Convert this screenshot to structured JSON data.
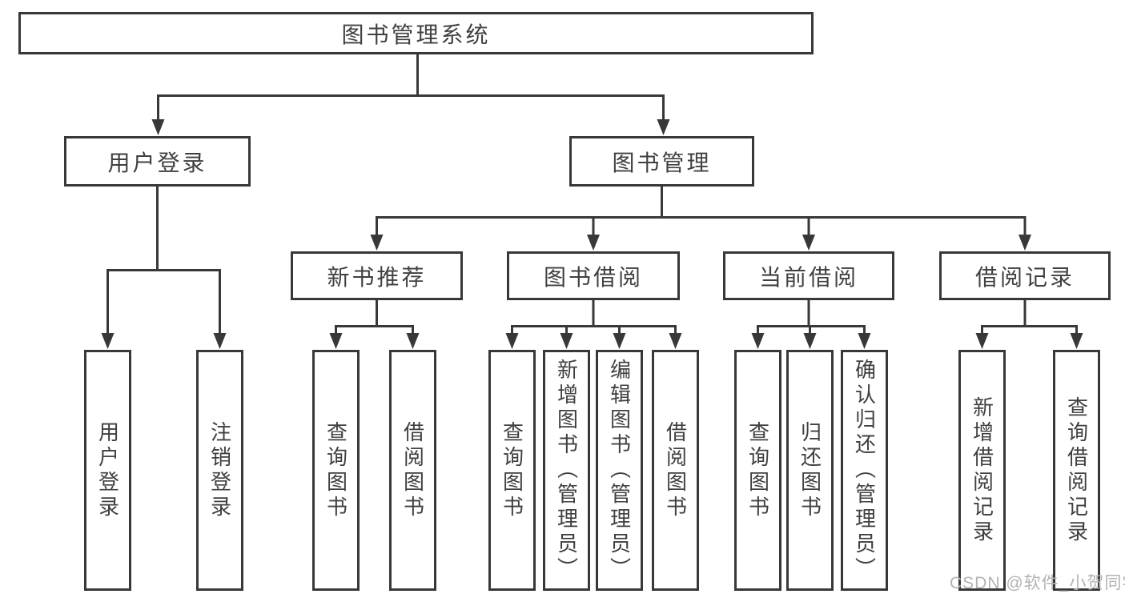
{
  "diagram": {
    "title": "图书管理系统",
    "root": {
      "label": "图书管理系统"
    },
    "level2": [
      {
        "label": "用户登录",
        "parent": "图书管理系统"
      },
      {
        "label": "图书管理",
        "parent": "图书管理系统"
      }
    ],
    "level3": [
      {
        "label": "新书推荐",
        "parent": "图书管理"
      },
      {
        "label": "图书借阅",
        "parent": "图书管理"
      },
      {
        "label": "当前借阅",
        "parent": "图书管理"
      },
      {
        "label": "借阅记录",
        "parent": "图书管理"
      }
    ],
    "leaves": [
      {
        "label": "用户登录",
        "parent": "用户登录"
      },
      {
        "label": "注销登录",
        "parent": "用户登录"
      },
      {
        "label": "查询图书",
        "parent": "新书推荐"
      },
      {
        "label": "借阅图书",
        "parent": "新书推荐"
      },
      {
        "label": "查询图书",
        "parent": "图书借阅"
      },
      {
        "label": "新增图书（管理员）",
        "parent": "图书借阅"
      },
      {
        "label": "编辑图书（管理员）",
        "parent": "图书借阅"
      },
      {
        "label": "借阅图书",
        "parent": "图书借阅"
      },
      {
        "label": "查询图书",
        "parent": "当前借阅"
      },
      {
        "label": "归还图书",
        "parent": "当前借阅"
      },
      {
        "label": "确认归还（管理员）",
        "parent": "当前借阅"
      },
      {
        "label": "新增借阅记录",
        "parent": "借阅记录"
      },
      {
        "label": "查询借阅记录",
        "parent": "借阅记录"
      }
    ]
  },
  "watermark": "CSDN @软件_小贺同学",
  "colors": {
    "line": "#383838",
    "text": "#404040",
    "box_background": "#ffffff",
    "page_background": "#ffffff",
    "watermark": "#b3b3b3"
  }
}
